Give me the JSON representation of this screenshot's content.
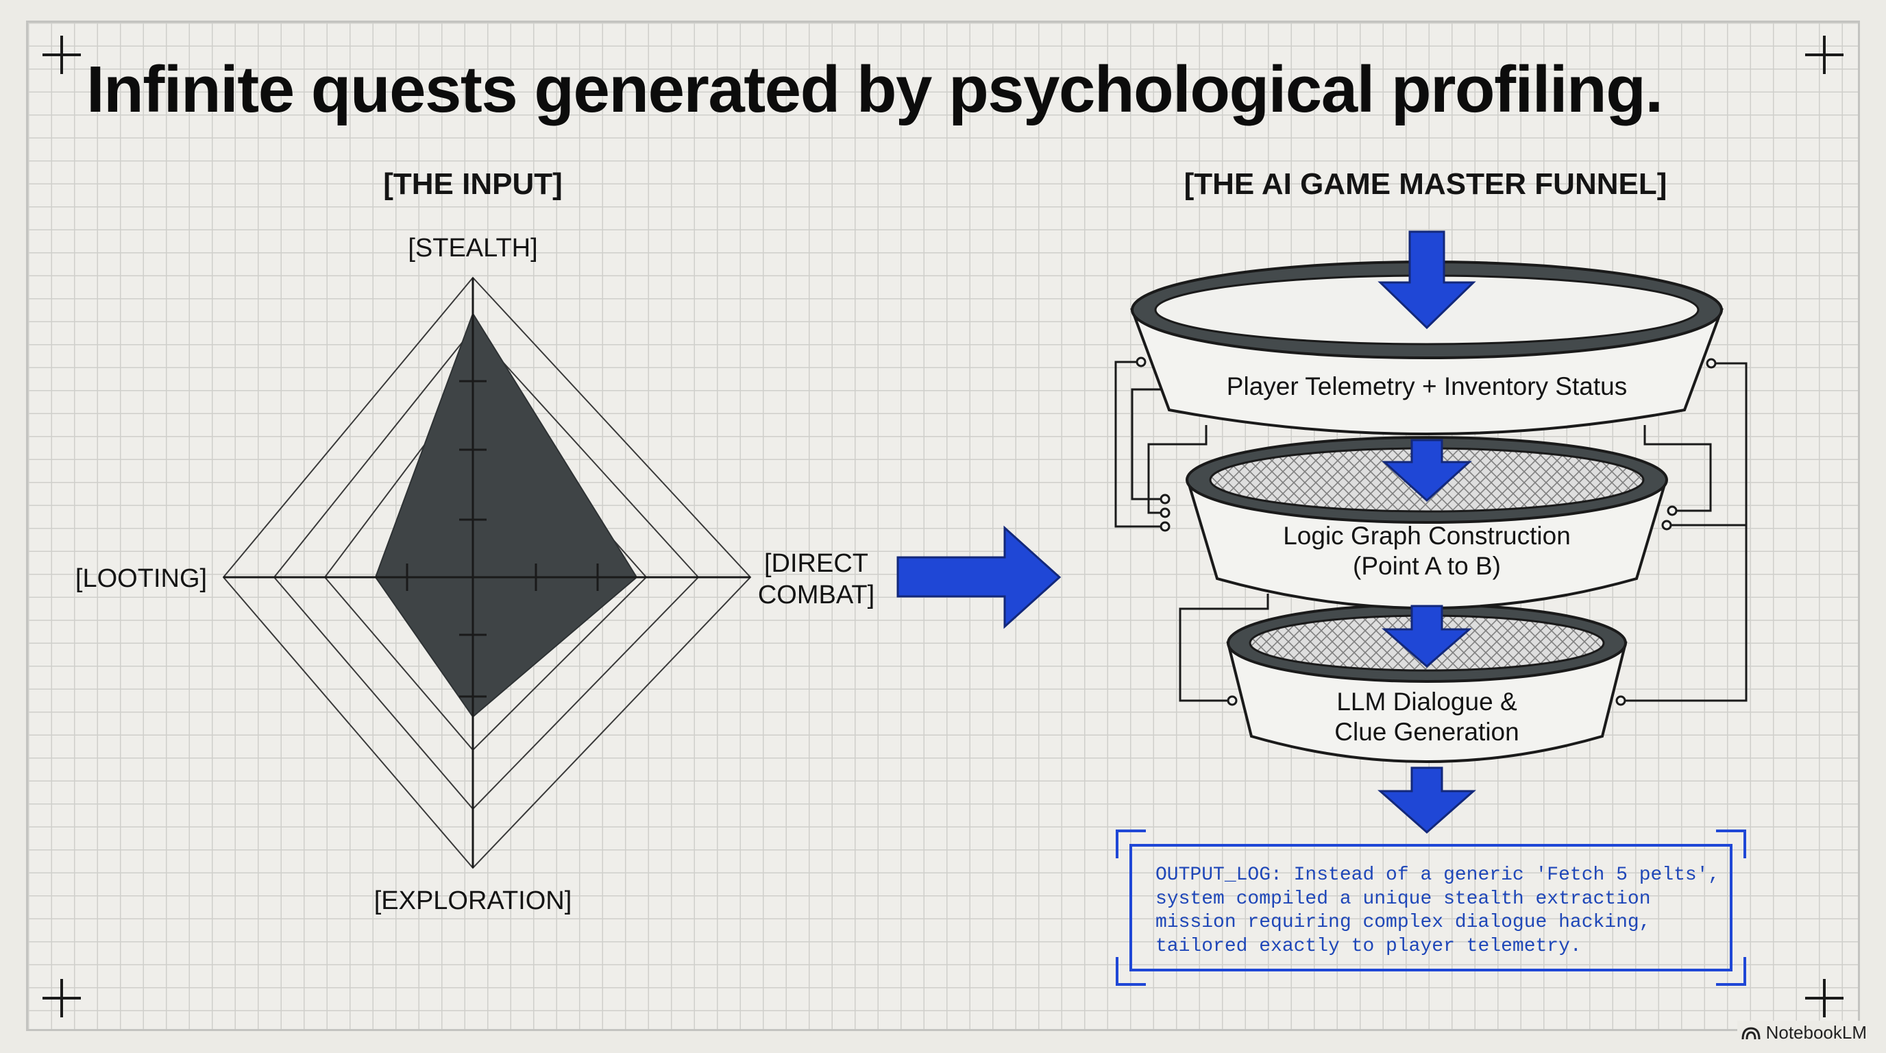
{
  "title": "Infinite quests generated by psychological profiling.",
  "input_panel": {
    "title": "[THE INPUT]",
    "axes": {
      "top": "[STEALTH]",
      "left": "[LOOTING]",
      "right": "[DIRECT\nCOMBAT]",
      "bottom": "[EXPLORATION]"
    },
    "profile": {
      "stealth": 0.88,
      "direct_combat": 0.59,
      "exploration": 0.48,
      "looting": 0.39
    }
  },
  "funnel_panel": {
    "title": "[THE AI GAME MASTER FUNNEL]",
    "stages": [
      {
        "label": "Player Telemetry + Inventory Status"
      },
      {
        "label": "Logic Graph Construction\n(Point A to B)"
      },
      {
        "label": "LLM Dialogue &\nClue Generation"
      }
    ],
    "output_log": "OUTPUT_LOG: Instead of a generic 'Fetch 5 pelts',\nsystem compiled a unique stealth extraction\nmission requiring complex dialogue hacking,\ntailored exactly to player telemetry."
  },
  "colors": {
    "accent_blue": "#1f47d6",
    "profile_fill": "#3f4446",
    "log_blue": "#1f47b8"
  },
  "watermark": {
    "text": "NotebookLM",
    "icon": "notebooklm-icon"
  }
}
